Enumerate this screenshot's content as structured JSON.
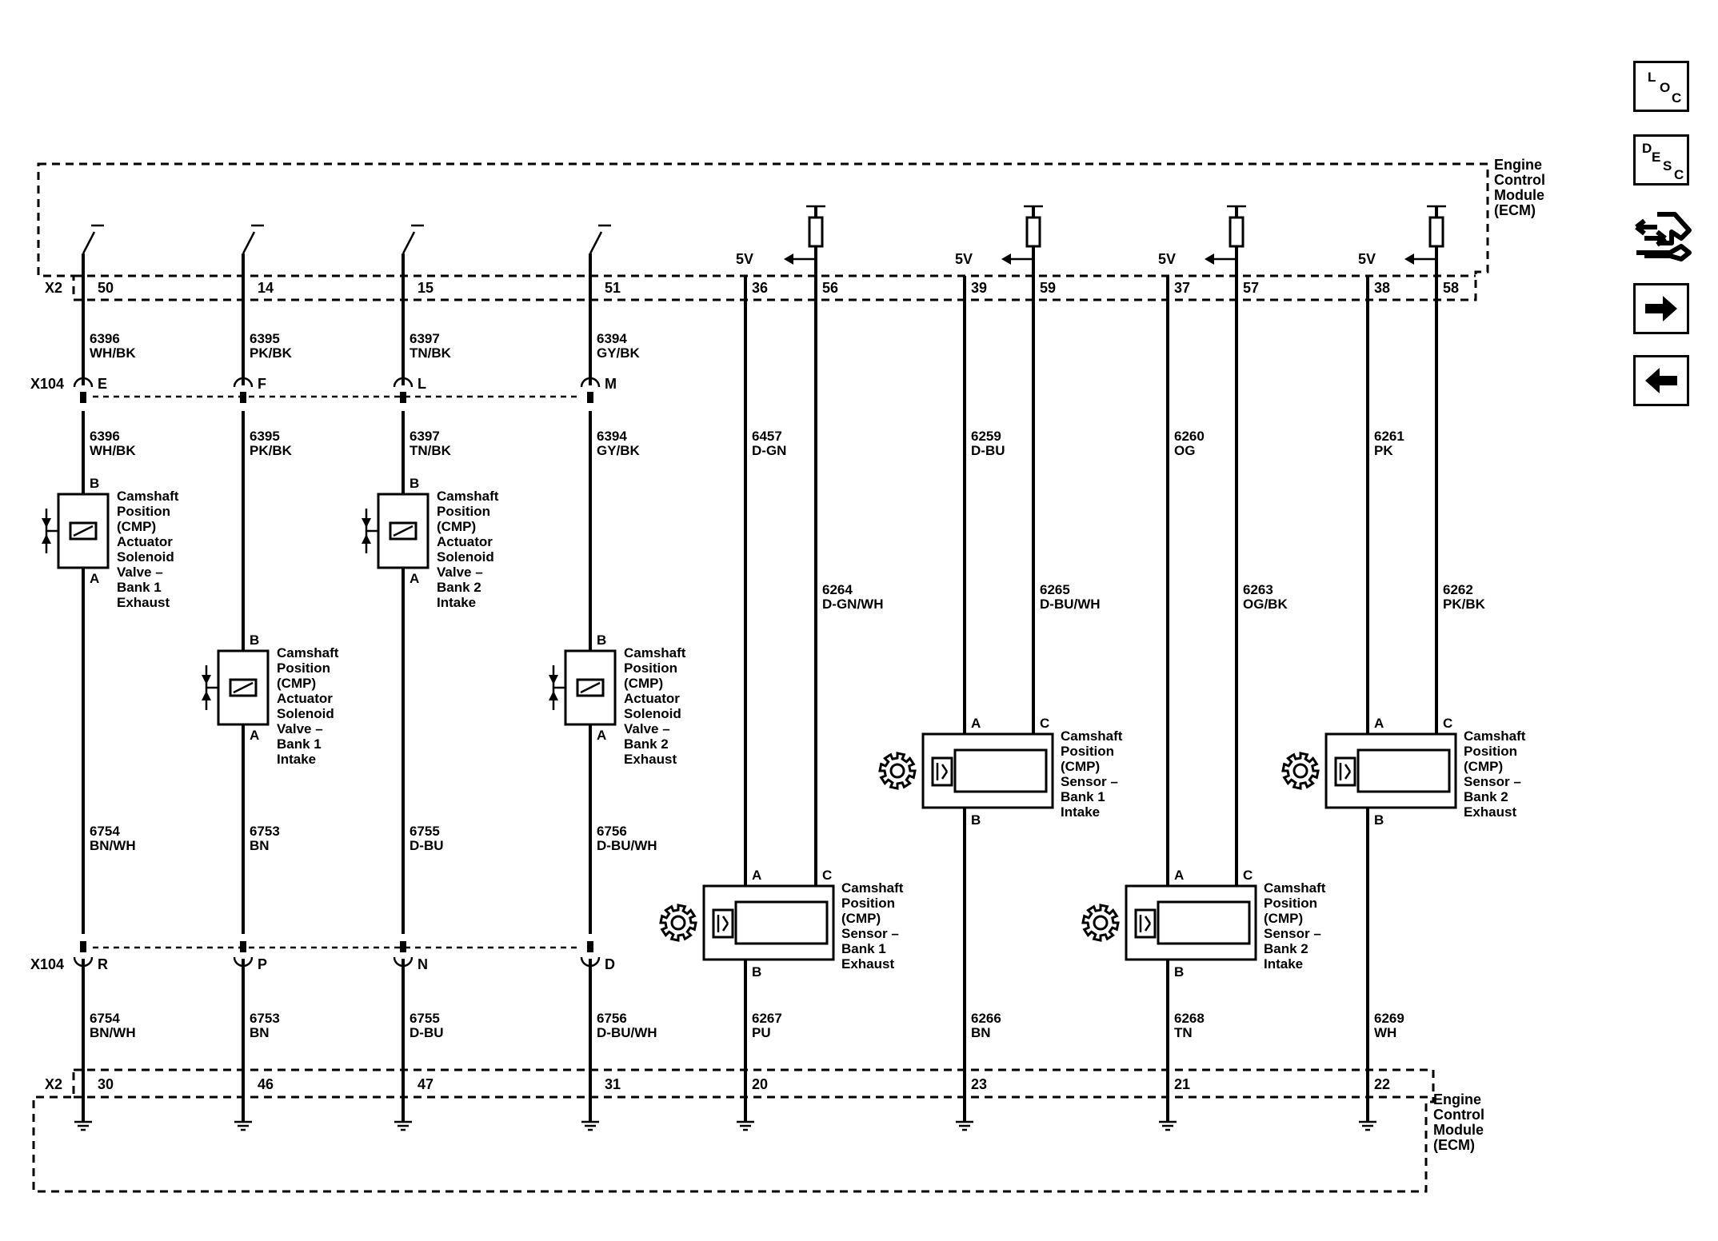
{
  "connectors": {
    "top": "X2",
    "inline": "X104",
    "bottom": "X2"
  },
  "voltage_label": "5V",
  "ecm_top_label": [
    "Engine",
    "Control",
    "Module",
    "(ECM)"
  ],
  "ecm_bottom_label": [
    "Engine",
    "Control",
    "Module",
    "(ECM)"
  ],
  "solenoid_circuits": [
    {
      "ecm_pin": "50",
      "upper_wire": "6396",
      "upper_color": "WH/BK",
      "x104_top_pin": "E",
      "term_top": "B",
      "term_bottom": "A",
      "label": [
        "Camshaft",
        "Position",
        "(CMP)",
        "Actuator",
        "Solenoid",
        "Valve –",
        "Bank 1",
        "Exhaust"
      ],
      "lower_wire": "6754",
      "lower_color": "BN/WH",
      "x104_bottom_pin": "R",
      "ecm_bottom_pin": "30"
    },
    {
      "ecm_pin": "14",
      "upper_wire": "6395",
      "upper_color": "PK/BK",
      "x104_top_pin": "F",
      "term_top": "B",
      "term_bottom": "A",
      "label": [
        "Camshaft",
        "Position",
        "(CMP)",
        "Actuator",
        "Solenoid",
        "Valve –",
        "Bank 1",
        "Intake"
      ],
      "lower_wire": "6753",
      "lower_color": "BN",
      "x104_bottom_pin": "P",
      "ecm_bottom_pin": "46"
    },
    {
      "ecm_pin": "15",
      "upper_wire": "6397",
      "upper_color": "TN/BK",
      "x104_top_pin": "L",
      "term_top": "B",
      "term_bottom": "A",
      "label": [
        "Camshaft",
        "Position",
        "(CMP)",
        "Actuator",
        "Solenoid",
        "Valve –",
        "Bank 2",
        "Intake"
      ],
      "lower_wire": "6755",
      "lower_color": "D-BU",
      "x104_bottom_pin": "N",
      "ecm_bottom_pin": "47"
    },
    {
      "ecm_pin": "51",
      "upper_wire": "6394",
      "upper_color": "GY/BK",
      "x104_top_pin": "M",
      "term_top": "B",
      "term_bottom": "A",
      "label": [
        "Camshaft",
        "Position",
        "(CMP)",
        "Actuator",
        "Solenoid",
        "Valve –",
        "Bank 2",
        "Exhaust"
      ],
      "lower_wire": "6756",
      "lower_color": "D-BU/WH",
      "x104_bottom_pin": "D",
      "ecm_bottom_pin": "31"
    }
  ],
  "sensor_circuits": [
    {
      "ref_pin": "36",
      "sig_pin": "56",
      "ref_wire": "6457",
      "ref_color": "D-GN",
      "sig_wire": "6264",
      "sig_color": "D-GN/WH",
      "term_a": "A",
      "term_c": "C",
      "term_b": "B",
      "label": [
        "Camshaft",
        "Position",
        "(CMP)",
        "Sensor –",
        "Bank 1",
        "Exhaust"
      ],
      "low_wire": "6267",
      "low_color": "PU",
      "ecm_bottom_pin": "20"
    },
    {
      "ref_pin": "39",
      "sig_pin": "59",
      "ref_wire": "6259",
      "ref_color": "D-BU",
      "sig_wire": "6265",
      "sig_color": "D-BU/WH",
      "term_a": "A",
      "term_c": "C",
      "term_b": "B",
      "label": [
        "Camshaft",
        "Position",
        "(CMP)",
        "Sensor –",
        "Bank 1",
        "Intake"
      ],
      "low_wire": "6266",
      "low_color": "BN",
      "ecm_bottom_pin": "23"
    },
    {
      "ref_pin": "37",
      "sig_pin": "57",
      "ref_wire": "6260",
      "ref_color": "OG",
      "sig_wire": "6263",
      "sig_color": "OG/BK",
      "term_a": "A",
      "term_c": "C",
      "term_b": "B",
      "label": [
        "Camshaft",
        "Position",
        "(CMP)",
        "Sensor –",
        "Bank 2",
        "Intake"
      ],
      "low_wire": "6268",
      "low_color": "TN",
      "ecm_bottom_pin": "21"
    },
    {
      "ref_pin": "38",
      "sig_pin": "58",
      "ref_wire": "6261",
      "ref_color": "PK",
      "sig_wire": "6262",
      "sig_color": "PK/BK",
      "term_a": "A",
      "term_c": "C",
      "term_b": "B",
      "label": [
        "Camshaft",
        "Position",
        "(CMP)",
        "Sensor –",
        "Bank 2",
        "Exhaust"
      ],
      "low_wire": "6269",
      "low_color": "WH",
      "ecm_bottom_pin": "22"
    }
  ],
  "nav": {
    "loc": {
      "a": "L",
      "b": "O",
      "c": "C"
    },
    "desc": {
      "a": "D",
      "b": "E",
      "c": "S",
      "d": "C"
    },
    "icons": [
      "loc-icon",
      "desc-icon",
      "connector-tool-icon",
      "next-arrow-icon",
      "previous-arrow-icon"
    ]
  }
}
